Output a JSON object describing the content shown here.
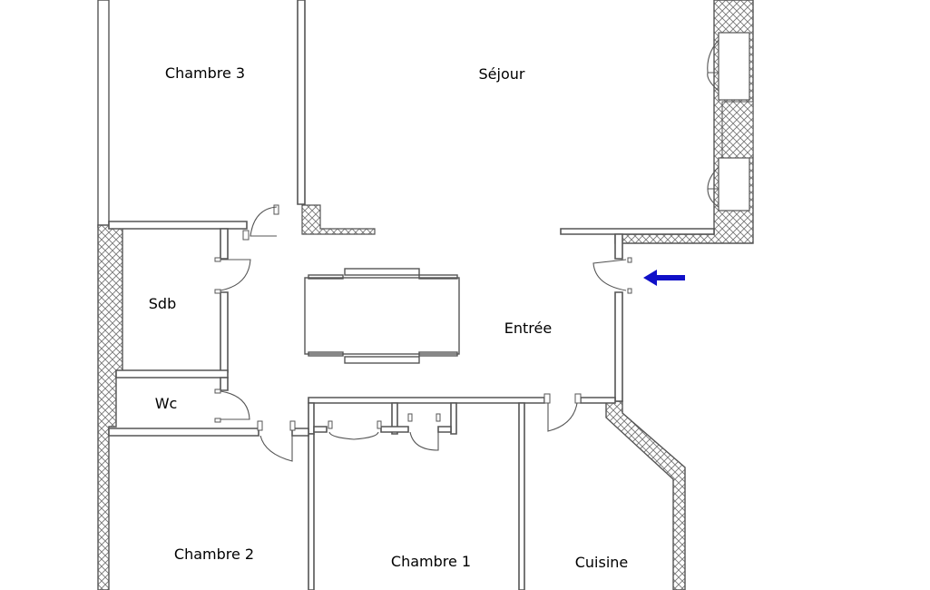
{
  "rooms": {
    "chambre3": "Chambre 3",
    "sejour": "Séjour",
    "sdb": "Sdb",
    "entree": "Entrée",
    "wc": "Wc",
    "chambre2": "Chambre 2",
    "chambre1": "Chambre 1",
    "cuisine": "Cuisine"
  },
  "colors": {
    "wall": "#555555",
    "arrow": "#1010c8",
    "background": "#ffffff"
  },
  "icons": {
    "entrance_marker": "arrow-left-icon"
  }
}
